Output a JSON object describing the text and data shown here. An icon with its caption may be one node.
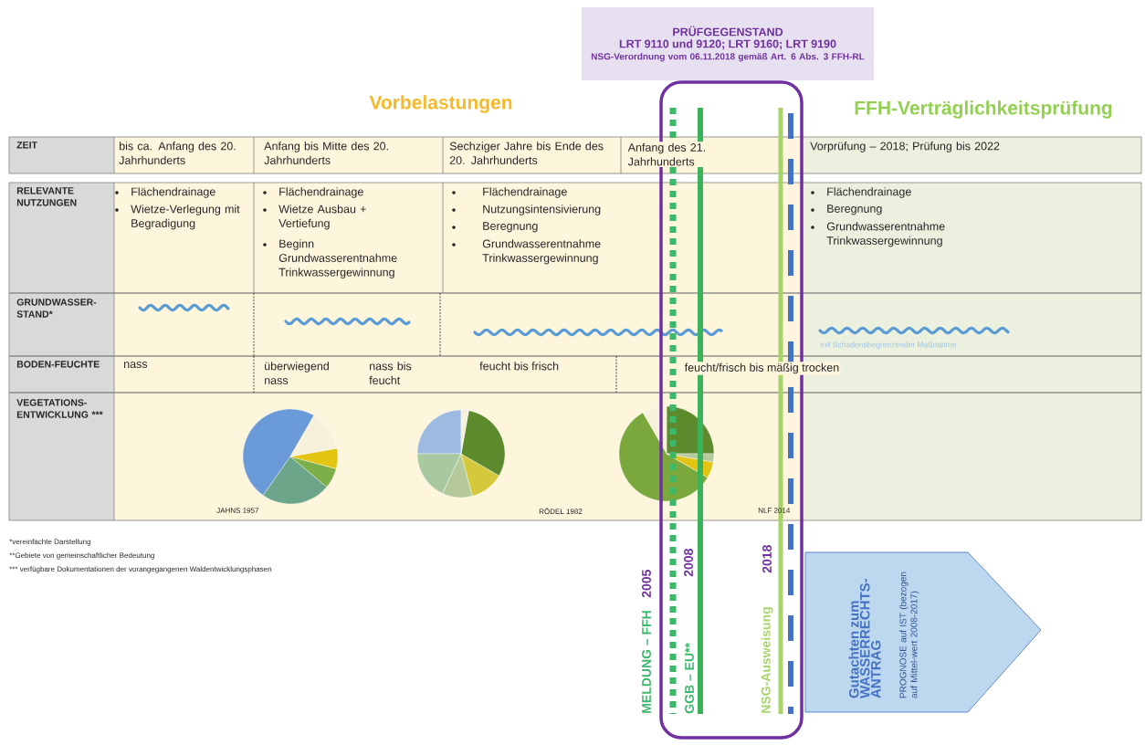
{
  "diagram": {
    "nodes": [
      {
        "text": [
          "PRÜFGEGENSTAND",
          "LRT 9110 und 9120; LRT 9160; LRT 9190",
          "NSG-Verordnung vom 06.11.2018 gemäß Art. 6 Abs. 3 FFH-RL"
        ]
      },
      {
        "text": [
          "Gutachten zum WASSERRECHTS-ANTRAG",
          "PROGNOSE auf IST (bezogen auf Mittel-wert 2008-2017)"
        ]
      }
    ],
    "labels": [
      "Vorbelastungen",
      "FFH-Verträglichkeitsprüfung",
      "ZEIT",
      "bis ca. Anfang des 20. Jahrhunderts",
      "Anfang bis Mitte des 20. Jahrhunderts",
      "Sechziger Jahre bis Ende des 20. Jahrhunderts",
      "Anfang des 21. Jahrhunderts",
      "Vorprüfung – 2018; Prüfung bis 2022",
      "RELEVANTE NUTZUNGEN",
      "Flächendrainage",
      "Wietze-Verlegung mit Begradigung",
      "Flächendrainage",
      "Wietze Ausbau + Vertiefung",
      "Beginn Grundwasserentnahme Trinkwassergewinnung",
      "Flächendrainage",
      "Nutzungsintensivierung",
      "Beregnung",
      "Grundwasserentnahme Trinkwassergewinnung",
      "Flächendrainage",
      "Beregnung",
      "Grundwasserentnahme Trinkwassergewinnung",
      "GRUNDWASSER-STAND*",
      "mit Schadensbegrenzender Maßnahme",
      "BODEN-FEUCHTE",
      "nass",
      "überwiegend nass",
      "nass bis feucht",
      "feucht bis frisch",
      "feucht/frisch bis mäßig trocken",
      "VEGETATIONS-ENTWICKLUNG ***",
      "JAHNS 1957",
      "RÖDEL 1982",
      "NLF 2014",
      "*vereinfachte Darstellung",
      "**Gebiete von gemeinschaftlicher Bedeutung",
      "*** verfügbare Dokumentationen der vorangegangenen Waldentwicklungsphasen",
      "2005",
      "MELDUNG – FFH",
      "2008",
      "GGB – EU**",
      "2018",
      "NSG-Ausweisung"
    ]
  }
}
